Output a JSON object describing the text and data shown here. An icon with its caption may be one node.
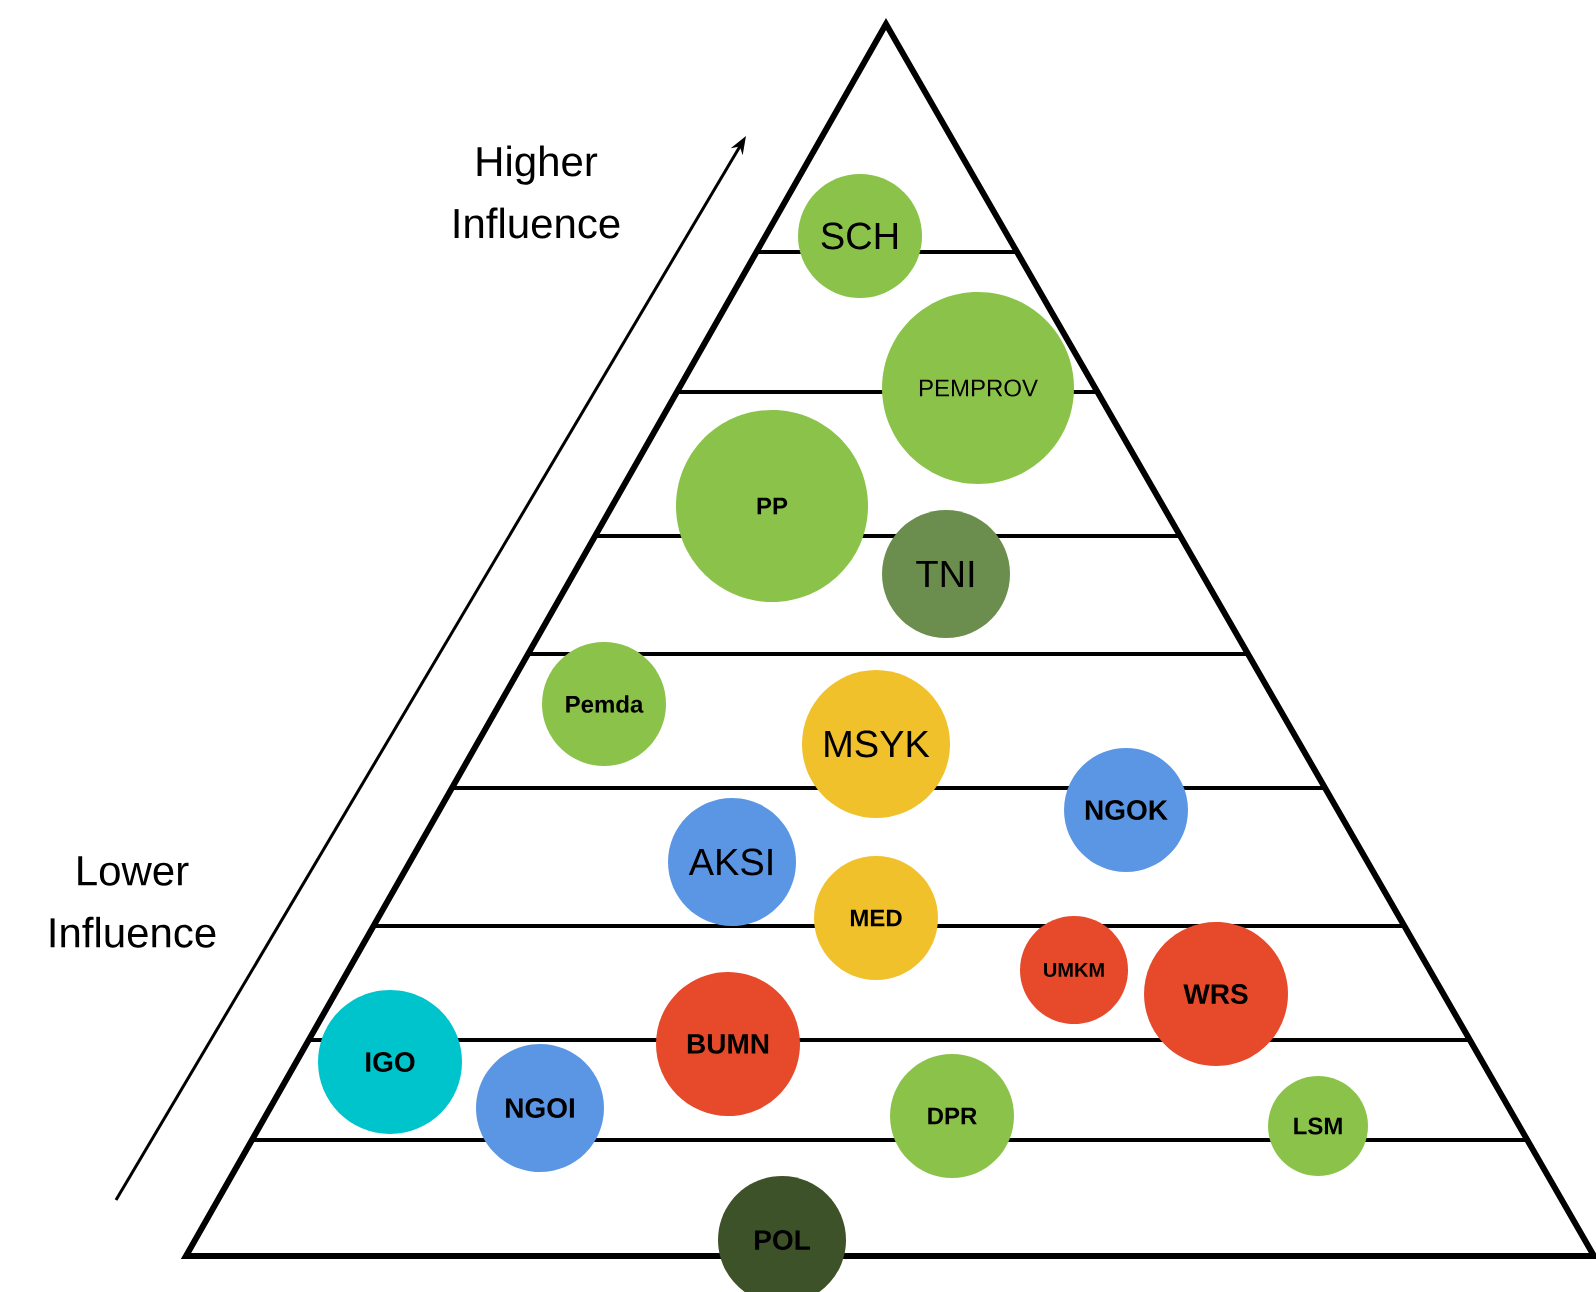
{
  "diagram": {
    "nodes": [
      {
        "text": [
          "SCH"
        ]
      },
      {
        "text": [
          "PEMPROV"
        ]
      },
      {
        "text": [
          "PP"
        ]
      },
      {
        "text": [
          "TNI"
        ]
      },
      {
        "text": [
          "Pemda"
        ]
      },
      {
        "text": [
          "MSYK"
        ]
      },
      {
        "text": [
          "NGOK"
        ]
      },
      {
        "text": [
          "AKSI"
        ]
      },
      {
        "text": [
          "MED"
        ]
      },
      {
        "text": [
          "UMKM"
        ]
      },
      {
        "text": [
          "WRS"
        ]
      },
      {
        "text": [
          "IGO"
        ]
      },
      {
        "text": [
          "BUMN"
        ]
      },
      {
        "text": [
          "NGOI"
        ]
      },
      {
        "text": [
          "DPR"
        ]
      },
      {
        "text": [
          "LSM"
        ]
      },
      {
        "text": [
          "POL"
        ]
      }
    ],
    "labels": [
      "Higher Influence",
      "Lower Influence"
    ]
  }
}
